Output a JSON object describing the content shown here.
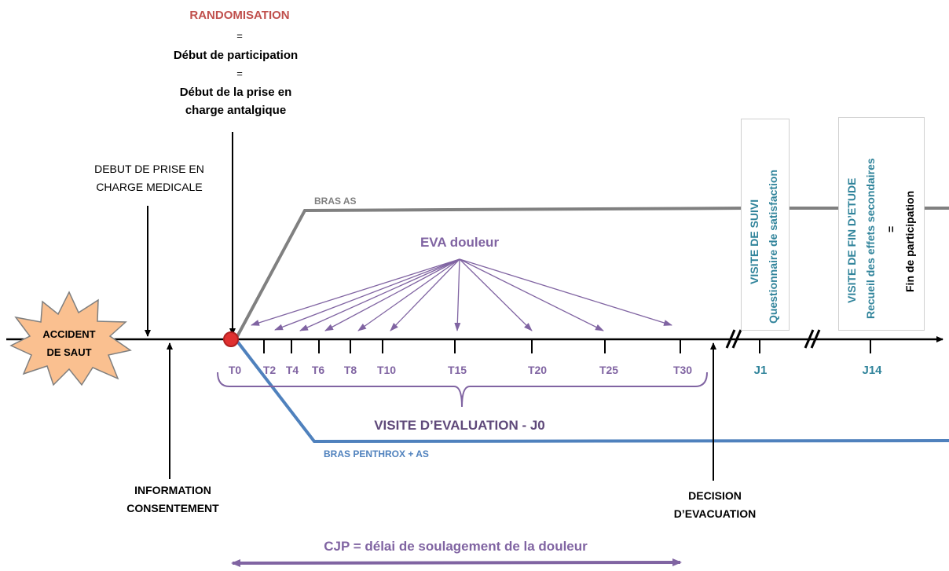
{
  "colors": {
    "red_text": "#c0504d",
    "black": "#000000",
    "grey_arm": "#808080",
    "blue_arm": "#4f81bd",
    "purple": "#8064a2",
    "teal": "#31849b",
    "burst_fill": "#fac090",
    "dot_red": "#e03030"
  },
  "randomisation": {
    "title": "RANDOMISATION",
    "eq1": "=",
    "line2": "Début de participation",
    "eq2": "=",
    "line3a": "Début de la prise en",
    "line3b": "charge antalgique"
  },
  "debut_prise": {
    "line1": "DEBUT DE PRISE EN",
    "line2": "CHARGE MEDICALE"
  },
  "accident": {
    "line1": "ACCIDENT",
    "line2": "DE SAUT"
  },
  "information": {
    "line1": "INFORMATION",
    "line2": "CONSENTEMENT"
  },
  "bras_as": "BRAS AS",
  "bras_penthrox": "BRAS PENTHROX + AS",
  "eva": "EVA douleur",
  "timepoints": [
    "T0",
    "T2",
    "T4",
    "T6",
    "T8",
    "T10",
    "T15",
    "T20",
    "T25",
    "T30"
  ],
  "visite_evaluation": "VISITE D’EVALUATION - J0",
  "decision": {
    "line1": "DECISION",
    "line2": "D’EVACUATION"
  },
  "j1": "J1",
  "j14": "J14",
  "visite_suivi": {
    "line1": "VISITE DE SUIVI",
    "line2": "Questionnaire de satisfaction"
  },
  "visite_fin": {
    "line1": "VISITE DE FIN D’ETUDE",
    "line2": "Recueil des effets secondaires",
    "line3": "=",
    "line4": "Fin de participation"
  },
  "cjp": "CJP = délai de soulagement de la douleur"
}
